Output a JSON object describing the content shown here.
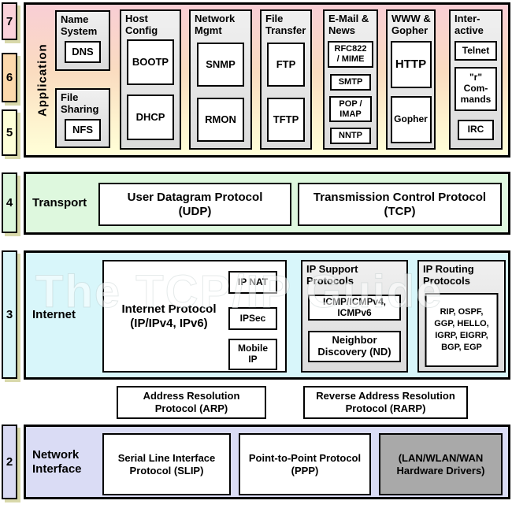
{
  "watermark": "The TCP/IP Guide",
  "layer_numbers": [
    "7",
    "6",
    "5",
    "4",
    "3",
    "2"
  ],
  "application": {
    "label": "Application",
    "groups": [
      {
        "title": "Name\nSystem",
        "items": [
          "DNS"
        ]
      },
      {
        "title": "File\nSharing",
        "items": [
          "NFS"
        ]
      },
      {
        "title": "Host\nConfig",
        "items": [
          "BOOTP",
          "DHCP"
        ]
      },
      {
        "title": "Network\nMgmt",
        "items": [
          "SNMP",
          "RMON"
        ]
      },
      {
        "title": "File\nTransfer",
        "items": [
          "FTP",
          "TFTP"
        ]
      },
      {
        "title": "E-Mail &\nNews",
        "items": [
          "RFC822\n/ MIME",
          "SMTP",
          "POP /\nIMAP",
          "NNTP"
        ]
      },
      {
        "title": "WWW &\nGopher",
        "items": [
          "HTTP",
          "Gopher"
        ]
      },
      {
        "title": "Inter-\nactive",
        "items": [
          "Telnet",
          "\"r\"\nCom-\nmands",
          "IRC"
        ]
      }
    ]
  },
  "transport": {
    "label": "Transport",
    "udp": "User Datagram Protocol\n(UDP)",
    "tcp": "Transmission Control Protocol\n(TCP)"
  },
  "internet": {
    "label": "Internet",
    "ip": "Internet Protocol\n(IP/IPv4, IPv6)",
    "ip_sub": [
      "IP NAT",
      "IPSec",
      "Mobile\nIP"
    ],
    "support": {
      "title": "IP Support\nProtocols",
      "items": [
        "ICMP/ICMPv4,\nICMPv6",
        "Neighbor\nDiscovery (ND)"
      ]
    },
    "routing": {
      "title": "IP Routing\nProtocols",
      "items": [
        "RIP, OSPF,\nGGP, HELLO,\nIGRP, EIGRP,\nBGP, EGP"
      ]
    }
  },
  "link_protocols": {
    "arp": "Address Resolution\nProtocol (ARP)",
    "rarp": "Reverse Address Resolution\nProtocol (RARP)"
  },
  "network_interface": {
    "label": "Network\nInterface",
    "slip": "Serial Line Interface\nProtocol (SLIP)",
    "ppp": "Point-to-Point Protocol\n(PPP)",
    "hardware": "(LAN/WLAN/WAN\nHardware Drivers)"
  },
  "colors": {
    "layer7_badge": "#fbd2da",
    "layer6_badge": "#fcd9ac",
    "layer5_badge": "#feffd8",
    "application_bg_top": "#f9ced5",
    "application_bg_bottom": "#ffffd8",
    "transport_bg": "#def8de",
    "internet_bg": "#d8f6fa",
    "network_interface_bg": "#dadcf5",
    "group_box_bg": "#e6e6e6",
    "hardware_box_bg": "#a9a9a9",
    "badge_shadow": "#d9d9ab",
    "border": "#000000",
    "watermark_text": "#ffffff"
  }
}
